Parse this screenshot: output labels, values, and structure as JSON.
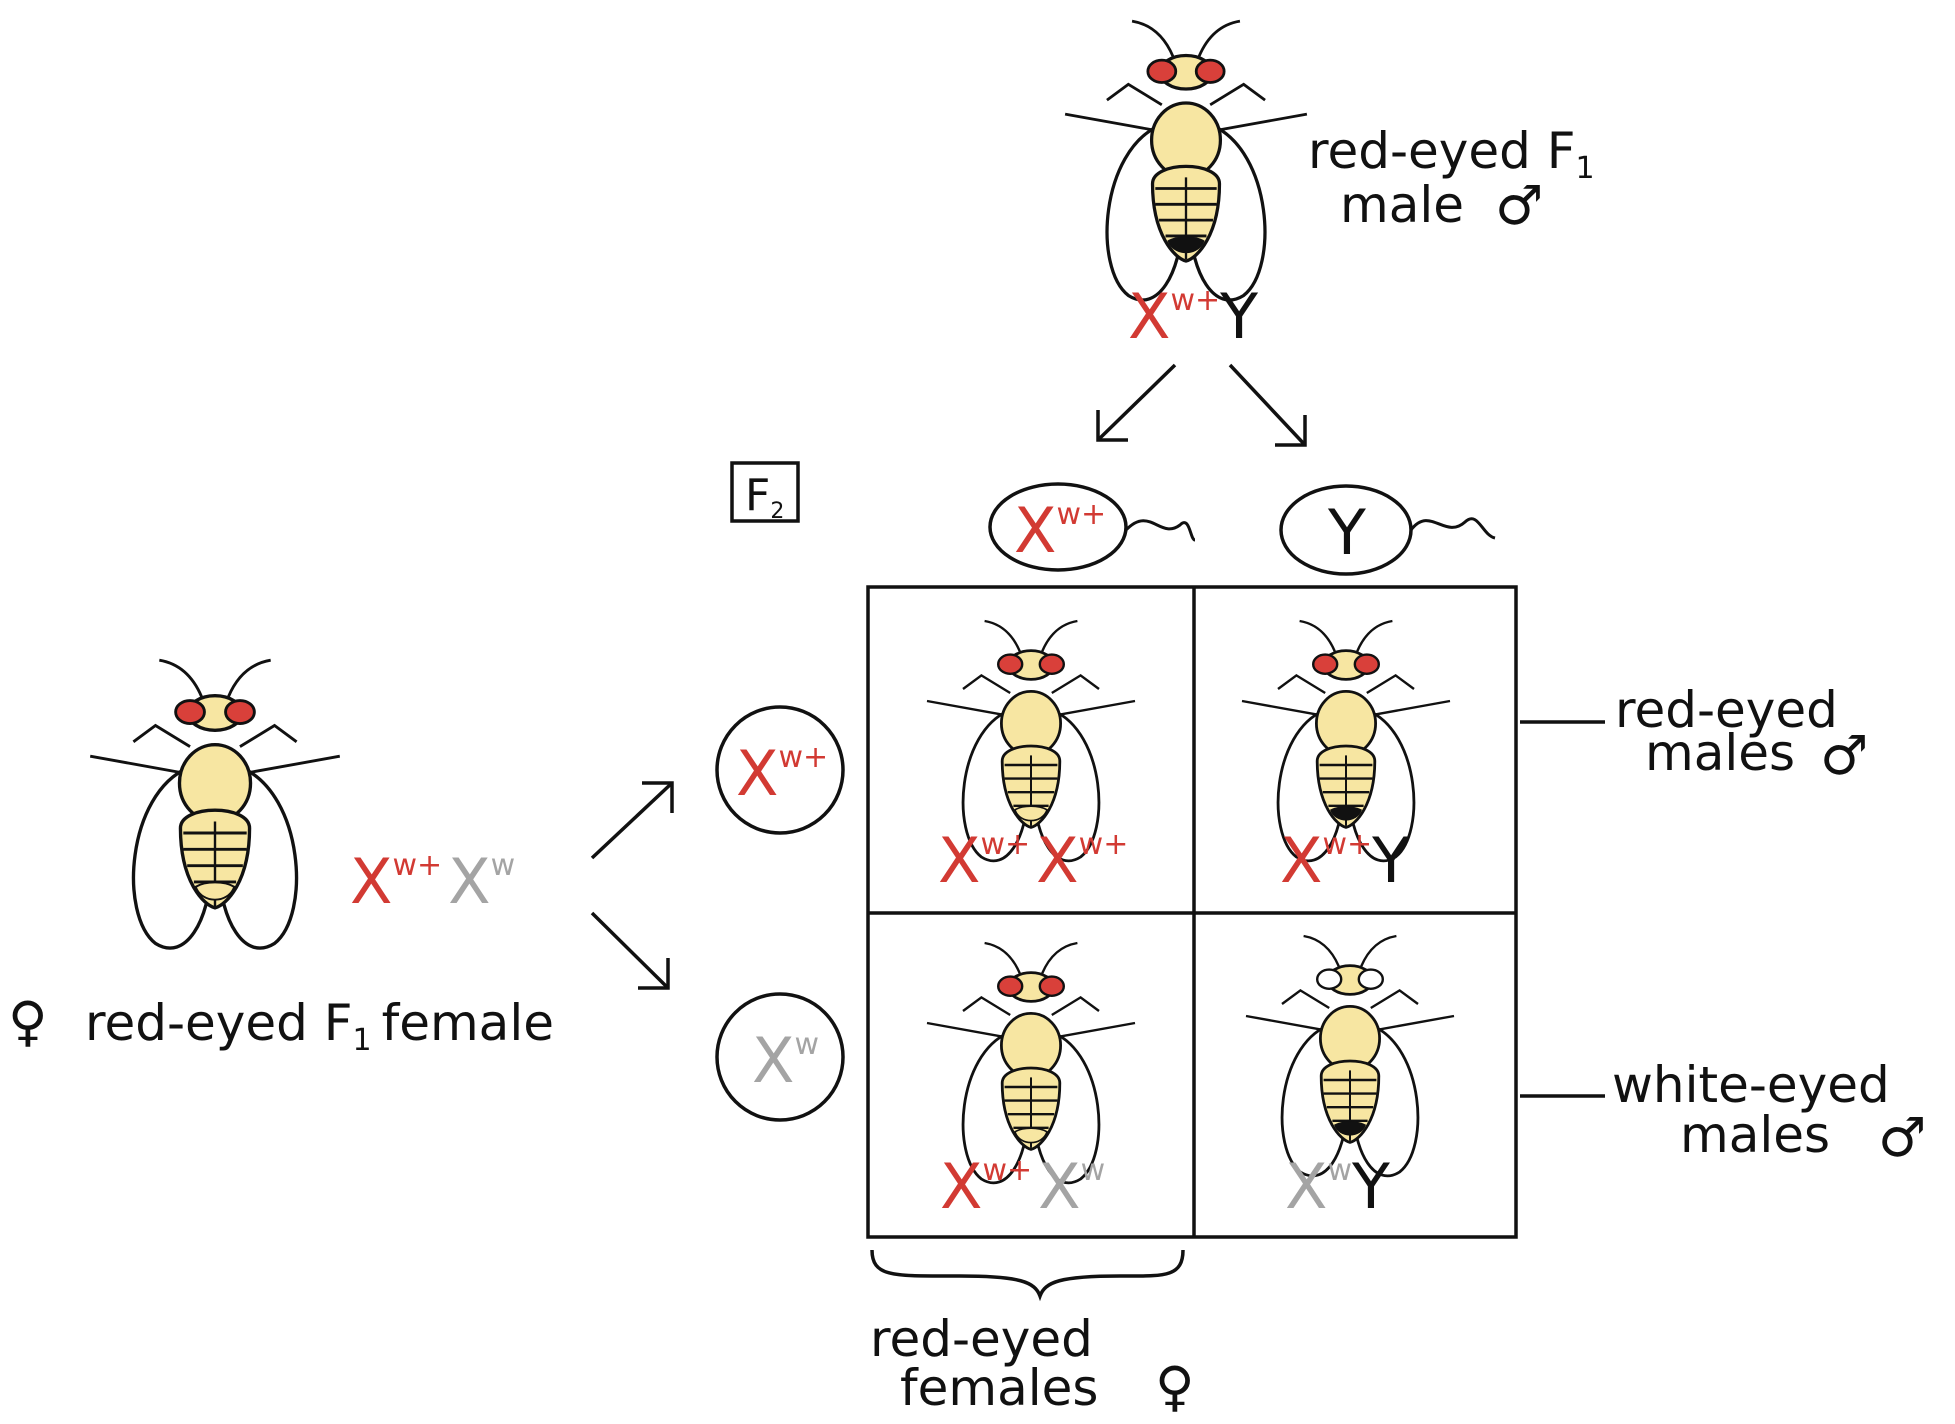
{
  "colors": {
    "allele_wild": "#d23a33",
    "allele_mutant": "#a4a4a4",
    "ink": "#111111",
    "fly_body": "#f7e6a2",
    "red_eye": "#d9403a"
  },
  "generation_label": {
    "letter": "F",
    "sub": "2"
  },
  "father": {
    "label_line1": "red-eyed F",
    "label_line1_sub": "1",
    "label_line2": "male",
    "symbol": "♂",
    "genotype": {
      "x": "X",
      "x_sup": "w+",
      "y": "Y"
    },
    "eye_color": "red"
  },
  "mother": {
    "symbol": "♀",
    "label": "red-eyed F",
    "label_sub": "1",
    "label_rest": "female",
    "genotype": {
      "x1": "X",
      "x1_sup": "w+",
      "x2": "X",
      "x2_sup": "w"
    },
    "eye_color": "red"
  },
  "sperm": [
    {
      "letter": "X",
      "sup": "w+",
      "color": "wild"
    },
    {
      "letter": "Y",
      "sup": "",
      "color": "ink"
    }
  ],
  "eggs": [
    {
      "letter": "X",
      "sup": "w+",
      "color": "wild"
    },
    {
      "letter": "X",
      "sup": "w",
      "color": "mutant"
    }
  ],
  "punnett_cells": [
    {
      "a": "X",
      "a_sup": "w+",
      "b": "X",
      "b_sup": "w+",
      "sex": "female",
      "eye_color": "red"
    },
    {
      "a": "X",
      "a_sup": "w+",
      "b": "Y",
      "b_sup": "",
      "sex": "male",
      "eye_color": "red"
    },
    {
      "a": "X",
      "a_sup": "w+",
      "b": "X",
      "b_sup": "w",
      "sex": "female",
      "eye_color": "red"
    },
    {
      "a": "X",
      "a_sup": "w",
      "b": "Y",
      "b_sup": "",
      "sex": "male",
      "eye_color": "white"
    }
  ],
  "outcomes": {
    "red_males_line1": "red-eyed",
    "red_males_line2": "males",
    "white_males_line1": "white-eyed",
    "white_males_line2": "males",
    "red_females_line1": "red-eyed",
    "red_females_line2": "females",
    "male_symbol": "♂",
    "female_symbol": "♀"
  }
}
